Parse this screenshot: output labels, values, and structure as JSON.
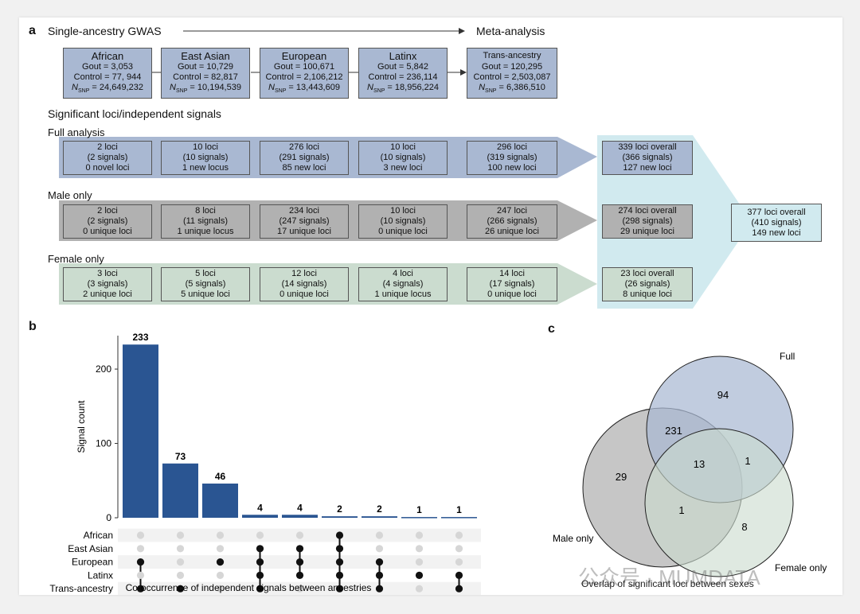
{
  "panel_a": {
    "letter": "a",
    "title_left": "Single-ancestry GWAS",
    "title_right": "Meta-analysis",
    "gwas": [
      {
        "name": "African",
        "gout": "Gout = 3,053",
        "control": "Control = 77, 944",
        "nsnp_label": "N",
        "nsnp_sub": "SNP",
        "nsnp_value": " = 24,649,232"
      },
      {
        "name": "East Asian",
        "gout": "Gout = 10,729",
        "control": "Control = 82,817",
        "nsnp_label": "N",
        "nsnp_sub": "SNP",
        "nsnp_value": " = 10,194,539"
      },
      {
        "name": "European",
        "gout": "Gout = 100,671",
        "control": "Control = 2,106,212",
        "nsnp_label": "N",
        "nsnp_sub": "SNP",
        "nsnp_value": " = 13,443,609"
      },
      {
        "name": "Latinx",
        "gout": "Gout = 5,842",
        "control": "Control = 236,114",
        "nsnp_label": "N",
        "nsnp_sub": "SNP",
        "nsnp_value": " = 18,956,224"
      },
      {
        "name": "Trans-ancestry",
        "gout": "Gout = 120,295",
        "control": "Control = 2,503,087",
        "nsnp_label": "N",
        "nsnp_sub": "SNP",
        "nsnp_value": " = 6,386,510"
      }
    ],
    "sig_title": "Significant loci/independent signals",
    "rows": [
      {
        "label": "Full analysis",
        "cells": [
          [
            "2 loci",
            "(2 signals)",
            "0 novel loci"
          ],
          [
            "10 loci",
            "(10 signals)",
            "1 new locus"
          ],
          [
            "276 loci",
            "(291 signals)",
            "85 new loci"
          ],
          [
            "10 loci",
            "(10 signals)",
            "3 new loci"
          ],
          [
            "296 loci",
            "(319 signals)",
            "100 new loci"
          ]
        ],
        "overall": [
          "339 loci overall",
          "(366 signals)",
          "127 new loci"
        ]
      },
      {
        "label": "Male only",
        "cells": [
          [
            "2 loci",
            "(2 signals)",
            "0 unique loci"
          ],
          [
            "8 loci",
            "(11 signals)",
            "1 unique locus"
          ],
          [
            "234 loci",
            "(247 signals)",
            "17 unique loci"
          ],
          [
            "10 loci",
            "(10 signals)",
            "0 unique loci"
          ],
          [
            "247 loci",
            "(266 signals)",
            "26 unique loci"
          ]
        ],
        "overall": [
          "274 loci overall",
          "(298 signals)",
          "29 unique loci"
        ]
      },
      {
        "label": "Female only",
        "cells": [
          [
            "3 loci",
            "(3 signals)",
            "2 unique loci"
          ],
          [
            "5 loci",
            "(5 signals)",
            "5 unique loci"
          ],
          [
            "12 loci",
            "(14 signals)",
            "0 unique loci"
          ],
          [
            "4 loci",
            "(4 signals)",
            "1 unique locus"
          ],
          [
            "14 loci",
            "(17 signals)",
            "0 unique loci"
          ]
        ],
        "overall": [
          "23 loci overall",
          "(26 signals)",
          "8 unique loci"
        ]
      }
    ],
    "grand_total": [
      "377 loci overall",
      "(410 signals)",
      "149 new loci"
    ]
  },
  "panel_b": {
    "letter": "b",
    "chart_data": {
      "type": "bar",
      "ylabel": "Signal count",
      "xlabel": "Co-occurrence of independent signals between ancestries",
      "yticks": [
        0,
        100,
        200
      ],
      "ylim": [
        0,
        245
      ],
      "values": [
        233,
        73,
        46,
        4,
        4,
        2,
        2,
        1,
        1
      ],
      "bar_color": "#2a5592",
      "sets": [
        "African",
        "East Asian",
        "European",
        "Latinx",
        "Trans-ancestry"
      ],
      "memberships": [
        [
          "European",
          "Trans-ancestry"
        ],
        [
          "Trans-ancestry"
        ],
        [
          "European"
        ],
        [
          "East Asian",
          "European",
          "Latinx",
          "Trans-ancestry"
        ],
        [
          "East Asian",
          "European",
          "Latinx"
        ],
        [
          "African",
          "East Asian",
          "European",
          "Latinx",
          "Trans-ancestry"
        ],
        [
          "European",
          "Latinx",
          "Trans-ancestry"
        ],
        [
          "Latinx"
        ],
        [
          "Latinx",
          "Trans-ancestry"
        ]
      ]
    }
  },
  "panel_c": {
    "letter": "c",
    "caption": "Overlap of significant loci between sexes",
    "labels": {
      "full": "Full",
      "male": "Male only",
      "female": "Female only"
    },
    "counts": {
      "full_only": "94",
      "full_male": "231",
      "all_three": "13",
      "full_female": "1",
      "male_only": "29",
      "male_female": "1",
      "female_only": "8"
    },
    "colors": {
      "full": "#a9b8d2",
      "male": "#b3b3b3",
      "female": "#cbdccf"
    }
  },
  "watermark": "公众号 · MUMDATA"
}
